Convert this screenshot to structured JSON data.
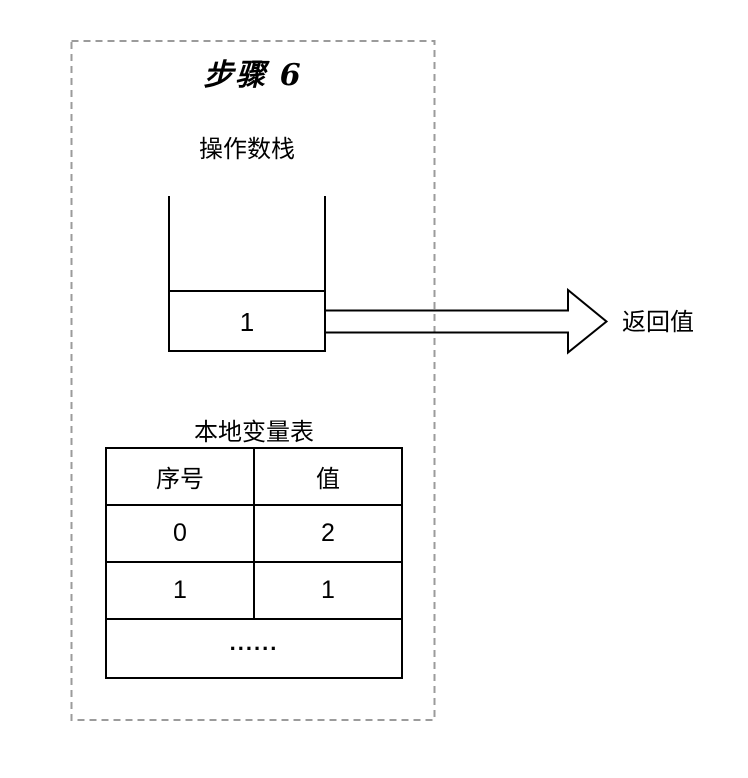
{
  "frame": {
    "step_title": "步骤 6"
  },
  "operand_stack": {
    "label": "操作数栈",
    "top_value": "1"
  },
  "return_value": {
    "label": "返回值"
  },
  "local_variables": {
    "label": "本地变量表",
    "columns": [
      "序号",
      "值"
    ],
    "rows": [
      {
        "index": "0",
        "value": "2"
      },
      {
        "index": "1",
        "value": "1"
      }
    ],
    "more": "......"
  },
  "colors": {
    "line": "#000000",
    "dashed_frame": "#9b9b9b",
    "background": "#ffffff"
  }
}
